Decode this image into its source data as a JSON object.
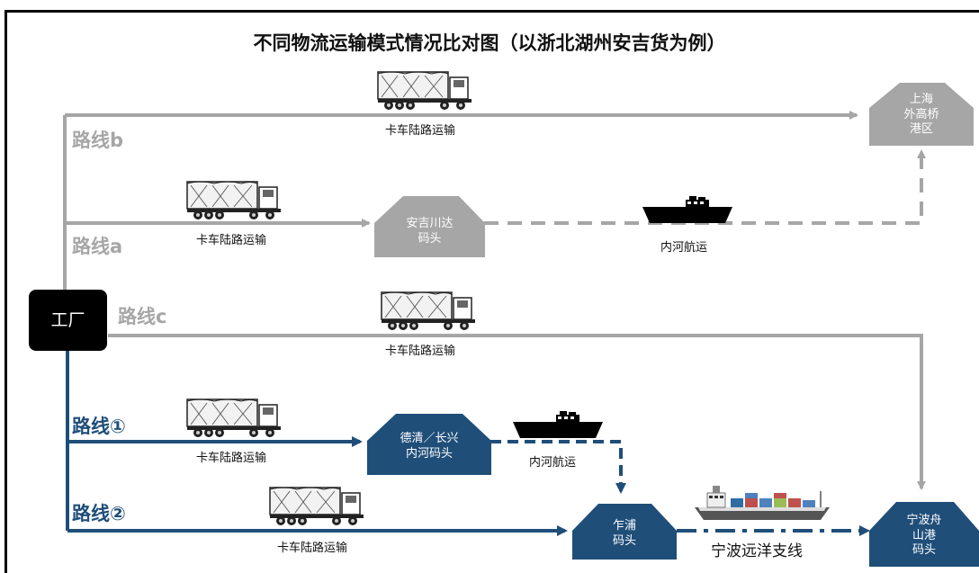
{
  "title": "不同物流运输模式情况比对图（以浙北湖州安吉货为例）",
  "colors": {
    "grey": "#a6a6a6",
    "grey_node": "#a6a6a6",
    "blue": "#1f4e79",
    "black": "#000000"
  },
  "factory": "工厂",
  "routes": {
    "b": "路线b",
    "a": "路线a",
    "c": "路线c",
    "r1": "路线①",
    "r2": "路线②"
  },
  "nodes": {
    "shanghai": "上海\n外高桥\n港区",
    "anji": "安吉川达\n码头",
    "deqing": "德清／长兴\n内河码头",
    "zhapu": "乍浦\n码头",
    "ningbo": "宁波舟\n山港\n码头"
  },
  "labels": {
    "truck_b": "卡车陆路运输",
    "truck_a": "卡车陆路运输",
    "truck_c": "卡车陆路运输",
    "truck_1": "卡车陆路运输",
    "truck_2": "卡车陆路运输",
    "barge_a": "内河航运",
    "barge_1": "内河航运",
    "ocean": "宁波远洋支线"
  },
  "icons": [
    "truck-icon",
    "barge-icon",
    "container-ship-icon"
  ]
}
